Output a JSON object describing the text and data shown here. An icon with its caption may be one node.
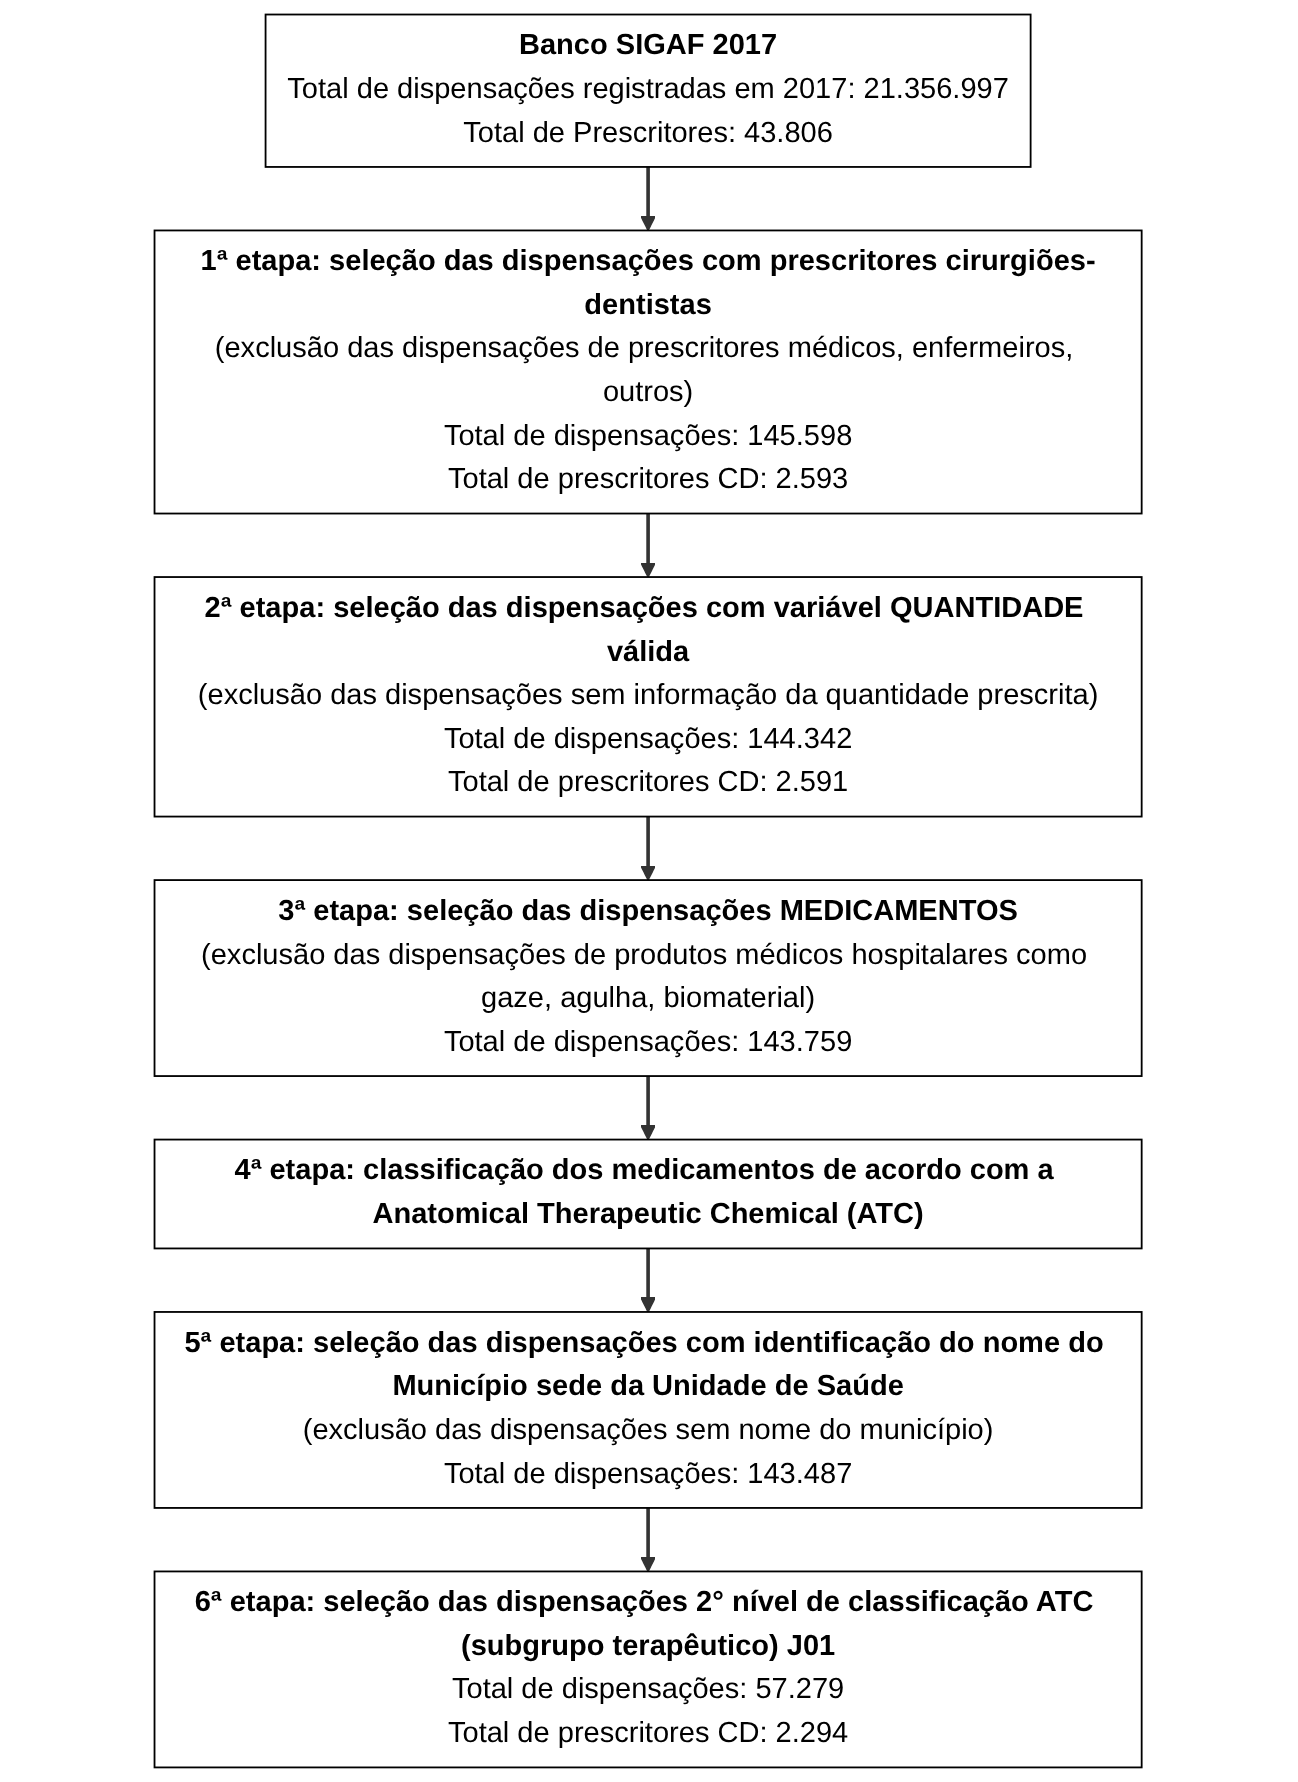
{
  "diagram": {
    "nodes": [
      {
        "text": [
          "Banco SIGAF 2017",
          "Total de dispensações registradas em 2017: 21.356.997",
          "Total de Prescritores: 43.806"
        ]
      },
      {
        "text": [
          "1ª etapa: seleção das dispensações com prescritores cirurgiões-dentistas",
          "(exclusão das dispensações de prescritores médicos, enfermeiros, outros)",
          "Total de dispensações: 145.598",
          "Total de prescritores CD: 2.593"
        ]
      },
      {
        "text": [
          "2ª etapa: seleção das dispensações com variável QUANTIDADE válida",
          "(exclusão das dispensações sem informação da quantidade prescrita)",
          "Total de dispensações: 144.342",
          "Total de prescritores CD: 2.591"
        ]
      },
      {
        "text": [
          "3ª etapa: seleção das dispensações MEDICAMENTOS",
          "(exclusão das dispensações de produtos médicos hospitalares como gaze, agulha, biomaterial)",
          "Total de dispensações: 143.759"
        ]
      },
      {
        "text": [
          "4ª etapa: classificação dos medicamentos de acordo com a Anatomical Therapeutic Chemical (ATC)"
        ]
      },
      {
        "text": [
          "5ª etapa: seleção das dispensações com identificação do nome do Município sede da Unidade de Saúde",
          "(exclusão das dispensações sem nome do município)",
          "Total de dispensações: 143.487"
        ]
      },
      {
        "text": [
          "6ª etapa: seleção das dispensações 2° nível de classificação ATC (subgrupo terapêutico) J01",
          "Total de dispensações: 57.279",
          "Total de prescritores CD: 2.294"
        ]
      }
    ],
    "edges": [
      {
        "from": 0,
        "to": 1,
        "arrow": "to"
      },
      {
        "from": 1,
        "to": 2,
        "arrow": "to"
      },
      {
        "from": 2,
        "to": 3,
        "arrow": "to"
      },
      {
        "from": 3,
        "to": 4,
        "arrow": "to"
      },
      {
        "from": 4,
        "to": 5,
        "arrow": "to"
      },
      {
        "from": 5,
        "to": 6,
        "arrow": "to"
      }
    ]
  }
}
